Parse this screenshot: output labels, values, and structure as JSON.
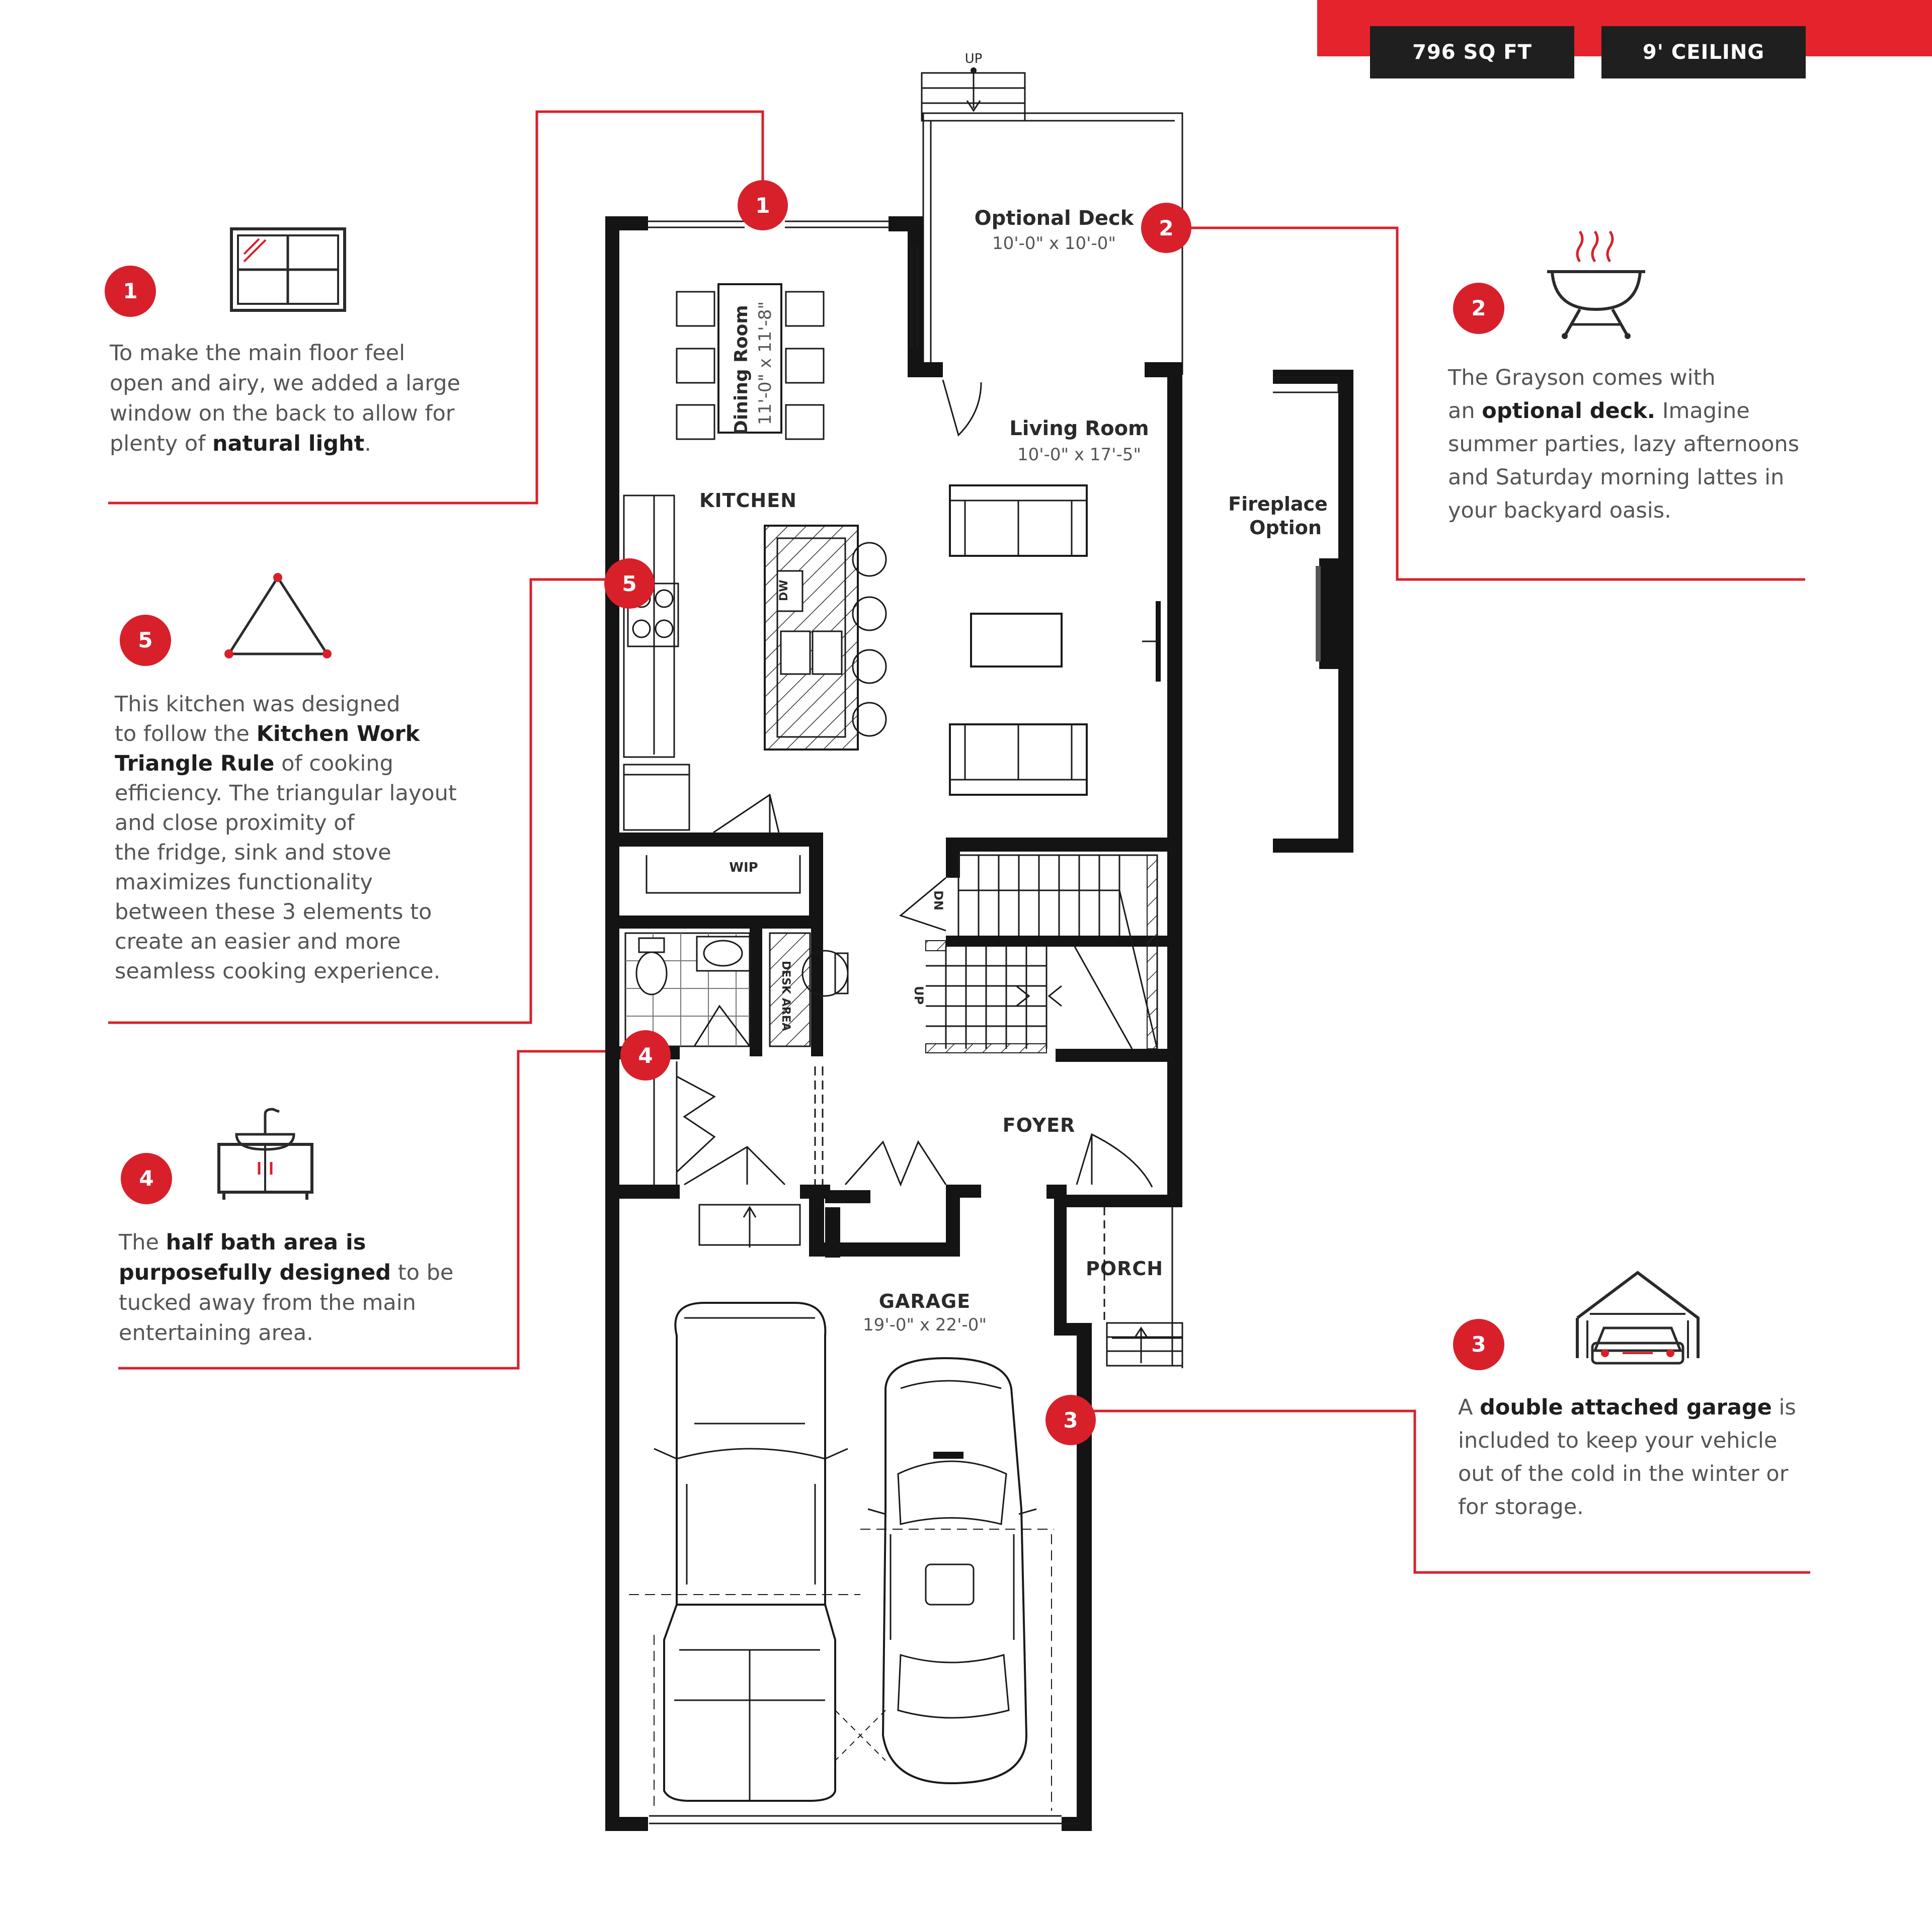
{
  "badges": {
    "sqft": "796 SQ FT",
    "ceiling": "9' CEILING"
  },
  "colors": {
    "accent": "#d8202b",
    "wall": "#141414",
    "text": "#555555",
    "badge_bg": "#1f1f1f"
  },
  "rooms": {
    "deck_name": "Optional Deck",
    "deck_dim": "10'-0\" x 10'-0\"",
    "dining_name": "Dining Room",
    "dining_dim": "11'-0\" x 11'-8\"",
    "living_name": "Living Room",
    "living_dim": "10'-0\" x 17'-5\"",
    "kitchen": "KITCHEN",
    "fireplace_1": "Fireplace",
    "fireplace_2": "Option",
    "wip": "WIP",
    "desk": "DESK AREA",
    "dw": "DW",
    "foyer": "FOYER",
    "porch": "PORCH",
    "garage_name": "GARAGE",
    "garage_dim": "19'-0\" x 22'-0\"",
    "up_deck": "UP",
    "stair_dn": "DN",
    "stair_up": "UP"
  },
  "callouts": [
    {
      "number": "1",
      "icon": "window-icon",
      "lines": [
        [
          {
            "t": "To make the main floor feel"
          }
        ],
        [
          {
            "t": "open and airy, we added a large"
          }
        ],
        [
          {
            "t": "window on the back to allow for"
          }
        ],
        [
          {
            "t": "plenty of "
          },
          {
            "t": "natural light",
            "b": true
          },
          {
            "t": "."
          }
        ]
      ]
    },
    {
      "number": "2",
      "icon": "bbq-grill-icon",
      "lines": [
        [
          {
            "t": "The Grayson comes with"
          }
        ],
        [
          {
            "t": "an "
          },
          {
            "t": "optional deck.",
            "b": true
          },
          {
            "t": " Imagine"
          }
        ],
        [
          {
            "t": "summer parties, lazy afternoons"
          }
        ],
        [
          {
            "t": "and Saturday morning lattes in"
          }
        ],
        [
          {
            "t": "your backyard oasis."
          }
        ]
      ]
    },
    {
      "number": "3",
      "icon": "garage-car-icon",
      "lines": [
        [
          {
            "t": "A "
          },
          {
            "t": "double attached garage",
            "b": true
          },
          {
            "t": " is"
          }
        ],
        [
          {
            "t": "included to keep your vehicle"
          }
        ],
        [
          {
            "t": "out of the cold in the winter or"
          }
        ],
        [
          {
            "t": "for storage."
          }
        ]
      ]
    },
    {
      "number": "4",
      "icon": "sink-vanity-icon",
      "lines": [
        [
          {
            "t": "The "
          },
          {
            "t": "half bath area is",
            "b": true
          }
        ],
        [
          {
            "t": "purposefully designed",
            "b": true
          },
          {
            "t": " to be"
          }
        ],
        [
          {
            "t": "tucked away from the main"
          }
        ],
        [
          {
            "t": "entertaining area."
          }
        ]
      ]
    },
    {
      "number": "5",
      "icon": "work-triangle-icon",
      "lines": [
        [
          {
            "t": "This kitchen was designed"
          }
        ],
        [
          {
            "t": "to follow the "
          },
          {
            "t": "Kitchen Work",
            "b": true
          }
        ],
        [
          {
            "t": "Triangle Rule",
            "b": true
          },
          {
            "t": " of cooking"
          }
        ],
        [
          {
            "t": "efficiency. The triangular layout"
          }
        ],
        [
          {
            "t": "and close proximity of"
          }
        ],
        [
          {
            "t": "the fridge, sink and stove"
          }
        ],
        [
          {
            "t": "maximizes functionality"
          }
        ],
        [
          {
            "t": "between these 3 elements to"
          }
        ],
        [
          {
            "t": "create an easier and more"
          }
        ],
        [
          {
            "t": "seamless cooking experience."
          }
        ]
      ]
    }
  ]
}
